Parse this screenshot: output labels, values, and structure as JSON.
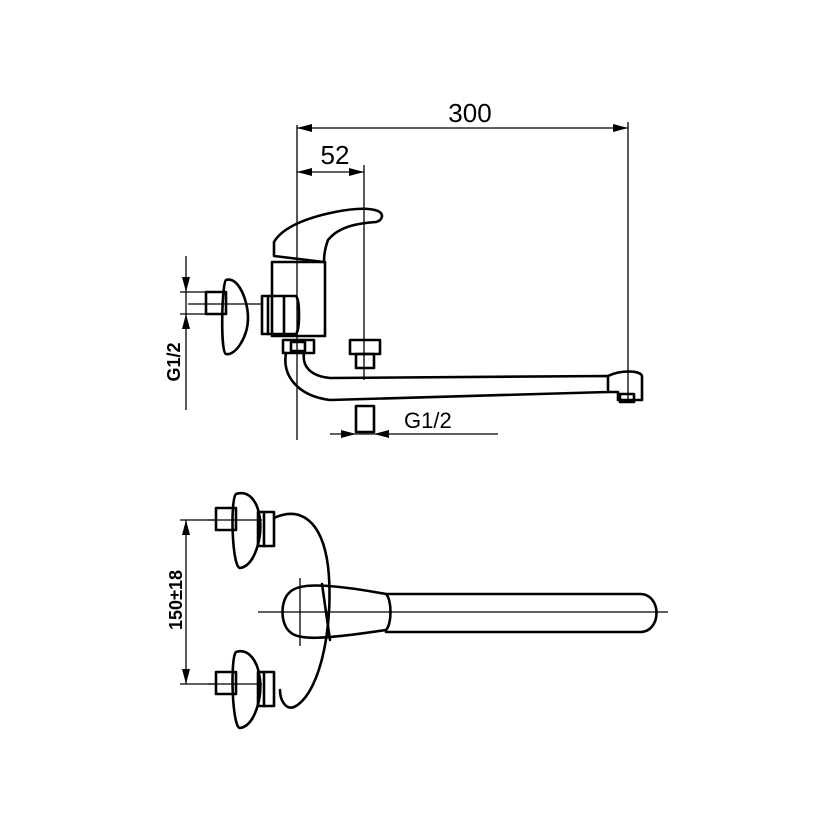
{
  "dimensions": {
    "spout_length": "300",
    "lever_offset": "52",
    "inlet_thread_side": "G1/2",
    "outlet_thread": "G1/2",
    "inlet_spacing": "150±18"
  }
}
